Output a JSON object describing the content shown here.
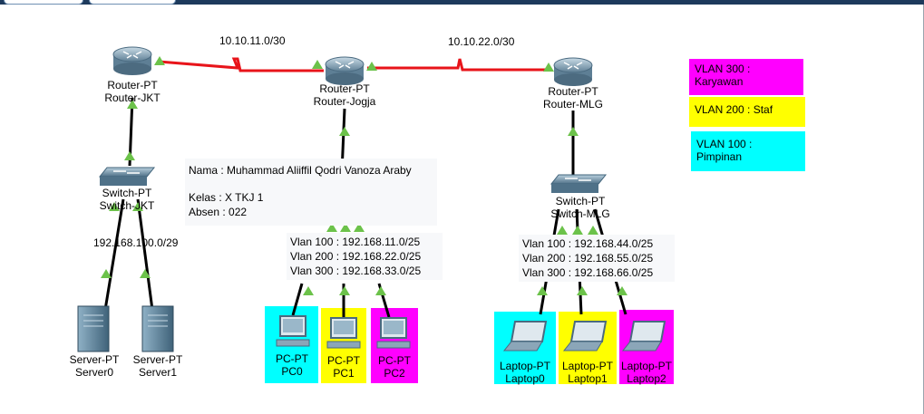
{
  "routers": {
    "jkt": {
      "type": "Router-PT",
      "name": "Router-JKT"
    },
    "jogja": {
      "type": "Router-PT",
      "name": "Router-Jogja"
    },
    "mlg": {
      "type": "Router-PT",
      "name": "Router-MLG"
    }
  },
  "switches": {
    "jkt": {
      "type": "Switch-PT",
      "name": "Switch-JKT"
    },
    "mlg": {
      "type": "Switch-PT",
      "name": "Switch-MLG"
    }
  },
  "links": {
    "jkt_jogja": "10.10.11.0/30",
    "jogja_mlg": "10.10.22.0/30"
  },
  "servers": {
    "network": "192.168.100.0/29",
    "items": [
      {
        "type": "Server-PT",
        "name": "Server0"
      },
      {
        "type": "Server-PT",
        "name": "Server1"
      }
    ]
  },
  "note": {
    "line1": "Nama : Muhammad Aliiffil Qodri Vanoza Araby",
    "line2": "Kelas : X TKJ 1",
    "line3": "Absen : 022"
  },
  "jogja_vlans": [
    "Vlan 100 : 192.168.11.0/25",
    "Vlan 200 : 192.168.22.0/25",
    "Vlan 300 : 192.168.33.0/25"
  ],
  "mlg_vlans": [
    "Vlan 100 : 192.168.44.0/25",
    "Vlan 200 : 192.168.55.0/25",
    "Vlan 300 : 192.168.66.0/25"
  ],
  "pcs": [
    {
      "type": "PC-PT",
      "name": "PC0",
      "color": "#00ffff"
    },
    {
      "type": "PC-PT",
      "name": "PC1",
      "color": "#ffff00"
    },
    {
      "type": "PC-PT",
      "name": "PC2",
      "color": "#ff00ff"
    }
  ],
  "laptops": [
    {
      "type": "Laptop-PT",
      "name": "Laptop0",
      "color": "#00ffff"
    },
    {
      "type": "Laptop-PT",
      "name": "Laptop1",
      "color": "#ffff00"
    },
    {
      "type": "Laptop-PT",
      "name": "Laptop2",
      "color": "#ff00ff"
    }
  ],
  "legend": [
    {
      "text": "VLAN 300 : Karyawan",
      "color": "#ff00ff"
    },
    {
      "text": "VLAN 200 : Staf",
      "color": "#ffff00"
    },
    {
      "text": "VLAN 100 : Pimpinan",
      "color": "#00ffff"
    }
  ],
  "colors": {
    "serial_link": "#e8141a",
    "port_up": "#6cc24a",
    "cable": "#000000"
  }
}
